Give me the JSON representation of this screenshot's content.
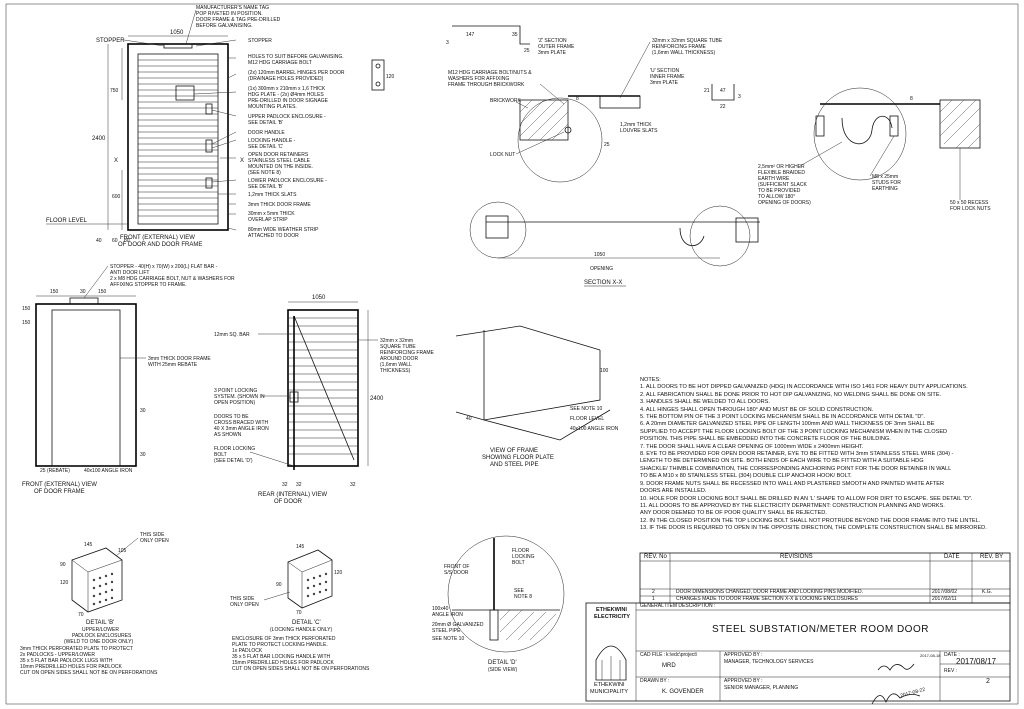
{
  "front_view": {
    "title_1": "FRONT (EXTERNAL) VIEW",
    "title_2": "OF DOOR AND DOOR FRAME",
    "dim_width": "1050",
    "dim_height": "2400",
    "dim_750": "750",
    "dim_600": "600",
    "dim_40": "40",
    "dim_60": "60",
    "dim_80": "80",
    "label_stopper_left": "STOPPER",
    "label_floor": "FLOOR LEVEL",
    "label_x": "X",
    "callouts": [
      "MANUFACTURER'S NAME TAG",
      "POP RIVETED IN POSITION.",
      "DOOR FRAME & TAG PRE-DRILLED",
      "BEFORE GALVANISING.",
      "STOPPER",
      "HOLES TO SUIT BEFORE GALVANISING.",
      "M12 HDG CARRIAGE BOLT",
      "(2x) 120mm BARREL HINGES PER DOOR",
      "(DRAINAGE HOLES PROVIDED)",
      "(1x) 300mm x 210mm x 1,6 THICK",
      "HDG PLATE - (2x) Ø4mm HOLES",
      "PRE-DRILLED IN DOOR SIGNAGE",
      "MOUNTING PLATES.",
      "UPPER PADLOCK ENCLOSURE -",
      "SEE DETAIL 'B'",
      "DOOR HANDLE",
      "LOCKING HANDLE -",
      "SEE DETAIL 'C'",
      "OPEN DOOR RETAINERS",
      "STAINLESS STEEL CABLE",
      "MOUNTED ON THE INSIDE.",
      "(SEE NOTE 8)",
      "LOWER PADLOCK ENCLOSURE -",
      "SEE DETAIL 'B'",
      "1,2mm THICK SLATS",
      "3mm THICK DOOR FRAME",
      "30mm x 5mm THICK",
      "OVERLAP STRIP",
      "80mm WIDE WEATHER STRIP",
      "ATTACHED TO DOOR"
    ],
    "hinge_dim": "120"
  },
  "frame_view": {
    "title_1": "FRONT (EXTERNAL) VIEW",
    "title_2": "OF DOOR FRAME",
    "callouts": [
      "STOPPER - 40(H) x 70(W) x 200(L) FLAT BAR -",
      "ANTI DOOR LIFT",
      "2 x M8 HDG CARRIAGE BOLT, NUT & WASHERS FOR",
      "AFFIXING STOPPER TO FRAME."
    ],
    "dim_150a": "150",
    "dim_30": "30",
    "dim_150b": "150",
    "dim_150c": "150",
    "dim_150d": "150",
    "dim_30b": "30",
    "dim_30c": "30",
    "label_frame": "3mm THICK DOOR FRAME",
    "label_frame_2": "WITH 25mm REBATE",
    "label_rebate": "25 (REBATE)",
    "label_angle": "40x100 ANGLE IRON"
  },
  "rear_view": {
    "title_1": "REAR (INTERNAL) VIEW",
    "title_2": "OF DOOR",
    "dim_width": "1050",
    "dim_height": "2400",
    "dim_32a": "32",
    "dim_32b": "32",
    "dim_32c": "32",
    "callouts_left": [
      "12mm SQ. BAR",
      "3 POINT LOCKING",
      "SYSTEM. (SHOWN IN",
      "OPEN POSITION)",
      "DOORS TO BE",
      "CROSS BRACED WITH",
      "40 X 3mm ANGLE IRON",
      "AS SHOWN",
      "FLOOR LOCKING",
      "BOLT",
      "(SEE DETAIL 'D')"
    ],
    "callouts_right": [
      "32mm x 32mm",
      "SQUARE TUBE",
      "REINFORCING FRAME",
      "AROUND DOOR",
      "(1,6mm WALL",
      "THICKNESS)"
    ]
  },
  "frame_plate_view": {
    "title_1": "VIEW OF FRAME",
    "title_2": "SHOWING FLOOR PLATE",
    "title_3": "AND STEEL PIPE",
    "dim_40": "40",
    "dim_100": "100",
    "labels": [
      "SEE NOTE 10",
      "FLOOR LEVEL",
      "40x100 ANGLE IRON"
    ]
  },
  "section_xx": {
    "title": "SECTION X-X",
    "dim_opening": "1050",
    "label_opening": "OPENING",
    "z_title": "'Z' SECTION",
    "z_sub_1": "OUTER FRAME",
    "z_sub_2": "3mm PLATE",
    "z_dims": [
      "147",
      "35",
      "25",
      "3"
    ],
    "u_title": "'U' SECTION",
    "u_sub_1": "INNER FRAME",
    "u_sub_2": "3mm PLATE",
    "u_dims": [
      "21",
      "47",
      "22",
      "3"
    ],
    "callouts": [
      "32mm x 32mm SQUARE TUBE",
      "REINFORCING FRAME",
      "(1,6mm WALL THICKNESS)",
      "M12 HDG CARRIAGE BOLT/NUTS &",
      "WASHERS FOR AFFIXING",
      "FRAME THROUGH BRICKWORK",
      "BRICKWORK",
      "1,2mm THICK",
      "LOUVRE SLATS",
      "LOCK NUT",
      "2,5mm² OR HIGHER",
      "FLEXIBLE BRAIDED",
      "EARTH WIRE",
      "(SUFFICIENT SLACK",
      "TO BE PROVIDED",
      "TO ALLOW 180°",
      "OPENING OF DOORS)",
      "M8 x 25mm",
      "STUDS FOR",
      "EARTHING",
      "50 x 50 RECESS",
      "FOR LOCK NUTS"
    ],
    "dim_8a": "8",
    "dim_8b": "8",
    "dim_25": "25"
  },
  "detail_b": {
    "title": "DETAIL 'B'",
    "sub_1": "UPPER/LOWER",
    "sub_2": "PADLOCK ENCLOSURES",
    "sub_3": "(WELD TO ONE DOOR ONLY)",
    "dims": [
      "145",
      "105",
      "90",
      "120",
      "70"
    ],
    "side_label_1": "THIS SIDE",
    "side_label_2": "ONLY OPEN",
    "notes": [
      "3mm THICK PERFORATED PLATE TO PROTECT",
      "2x PADLOCKS - UPPER/LOWER",
      "35 x 5 FLAT BAR PADLOCK LUGS WITH",
      "10mm PREDRILLED HOLES FOR PADLOCK",
      "CUT ON OPEN SIDES SHALL NOT BE ON PERFORATIONS"
    ]
  },
  "detail_c": {
    "title": "DETAIL 'C'",
    "sub_1": "(LOCKING HANDLE ONLY)",
    "dims": [
      "145",
      "120",
      "70",
      "90"
    ],
    "side_label_1": "THIS SIDE",
    "side_label_2": "ONLY OPEN",
    "notes": [
      "ENCLOSURE OF 3mm THICK PERFORATED",
      "PLATE TO PROTECT LOCKING HANDLE.",
      "1x PADLOCK",
      "35 x 5 FLAT BAR LOCKING HANDLE WITH",
      "15mm PREDRILLED HOLES FOR PADLOCK",
      "CUT ON OPEN SIDES SHALL NOT BE ON PERFORATIONS"
    ]
  },
  "detail_d": {
    "title": "DETAIL 'D'",
    "sub_1": "(SIDE VIEW)",
    "labels": [
      "FLOOR",
      "LOCKING",
      "BOLT",
      "FRONT OF",
      "S/S DOOR",
      "SEE",
      "NOTE 8",
      "100x40",
      "ANGLE IRON",
      "20mm Ø GALVANIZED",
      "STEEL PIPE",
      "SEE NOTE 10"
    ]
  },
  "notes": {
    "heading": "NOTES:",
    "items": [
      "1. ALL DOORS TO BE HOT DIPPED GALVANIZED (HDG) IN ACCORDANCE WITH ISO 1461 FOR HEAVY DUTY APPLICATIONS.",
      "2. ALL FABRICATION SHALL BE DONE PRIOR TO HOT DIP GALVANIZING, NO WELDING SHALL BE DONE ON SITE.",
      "3. HANDLES SHALL BE WELDED TO ALL DOORS.",
      "4. ALL HINGES SHALL OPEN THROUGH 180° AND MUST BE OF SOLID CONSTRUCTION.",
      "5. THE BOTTOM PIN OF THE 3 POINT LOCKING MECHANISM SHALL BE IN ACCORDANCE WITH DETAIL \"D\".",
      "6. A 20mm DIAMETER GALVANIZED STEEL PIPE OF LENGTH 100mm AND WALL THICKNESS OF 3mm SHALL BE",
      "   SUPPLIED TO ACCEPT THE FLOOR LOCKING BOLT OF THE 3 POINT LOCKING MECHANISM WHEN IN THE CLOSED",
      "   POSITION. THIS PIPE SHALL BE EMBEDDED INTO THE CONCRETE FLOOR OF THE BUILDING.",
      "7. THE DOOR SHALL HAVE A CLEAR OPENING OF 1000mm WIDE x 2400mm HEIGHT.",
      "8. EYE TO BE PROVIDED FOR OPEN DOOR RETAINER, EYE TO BE FITTED WITH 3mm STAINLESS STEEL WIRE (304) -",
      "   LENGTH TO BE DETERMINED ON SITE. BOTH ENDS OF EACH WIRE TO BE FITTED WITH A SUITABLE HDG",
      "   SHACKLE/ THIMBLE COMBINATION, THE CORRESPONDING ANCHORING POINT FOR THE DOOR RETAINER IN WALL",
      "   TO BE A M10 x 80 STAINLESS STEEL (304) DOUBLE CLIP ANCHOR HOOK/ BOLT.",
      "9. DOOR FRAME NUTS SHALL BE RECESSED INTO WALL AND PLASTERED SMOOTH AND PAINTED WHITE AFTER",
      "   DOORS ARE INSTALLED.",
      "10. HOLE FOR DOOR LOCKING BOLT SHALL BE DRILLED IN AN 'L' SHAPE TO ALLOW FOR DIRT TO ESCAPE. SEE DETAIL \"D\".",
      "11. ALL DOORS TO BE APPROVED BY THE ELECTRICITY DEPARTMENT: CONSTRUCTION PLANNING AND WORKS.",
      "    ANY DOOR DEEMED TO BE OF POOR QUALITY SHALL BE REJECTED.",
      "12. IN THE CLOSED POSITION THE TOP LOCKING BOLT SHALL NOT PROTRUDE BEYOND THE DOOR FRAME INTO THE LINTEL.",
      "13. IF THE DOOR IS REQUIRED TO OPEN IN THE OPPOSITE DIRECTION, THE COMPLETE CONSTRUCTION SHALL BE MIRRORED."
    ]
  },
  "revisions": {
    "head_rev_no": "REV. No",
    "head_revisions": "REVISIONS",
    "head_date": "DATE",
    "head_rev_by": "REV. BY",
    "rows": [
      {
        "no": "2",
        "text": "DOOR DIMENSIONS CHANGED, DOOR FRAME AND LOCKING PINS MODIFIED.",
        "date": "2017/08/02",
        "by": "K.G."
      },
      {
        "no": "1",
        "text": "CHANGES MADE TO DOOR FRAME SECTION X-X & LOCKING ENCLOSURES",
        "date": "2017/02/11",
        "by": ""
      }
    ]
  },
  "title_block": {
    "general_item_label": "GENERAL ITEM DESCRIPTION :",
    "org_1": "ETHEKWINI",
    "org_2": "ELECTRICITY",
    "org_3": "ETHEKWINI",
    "org_4": "MUNICIPALITY",
    "drawing_title": "STEEL SUBSTATION/METER ROOM DOOR",
    "cad_file_label": "CAD FILE :",
    "cad_file_value": "k:\\edc\\project\\",
    "cad_sub": "MRD",
    "drawn_by_label": "DRAWN BY :",
    "drawn_by_value": "K. GOVENDER",
    "approved_1_label": "APPROVED BY :",
    "approved_1_value": "MANAGER, TECHNOLOGY SERVICES",
    "approved_1_stamp": "2017-08-18",
    "approved_2_label": "APPROVED BY :",
    "approved_2_value": "SENIOR MANAGER, PLANNING",
    "date_label": "DATE :",
    "date_value": "2017/08/17",
    "rev_label": "REV :",
    "rev_value": "2",
    "signature_date": "2017-08-22"
  }
}
